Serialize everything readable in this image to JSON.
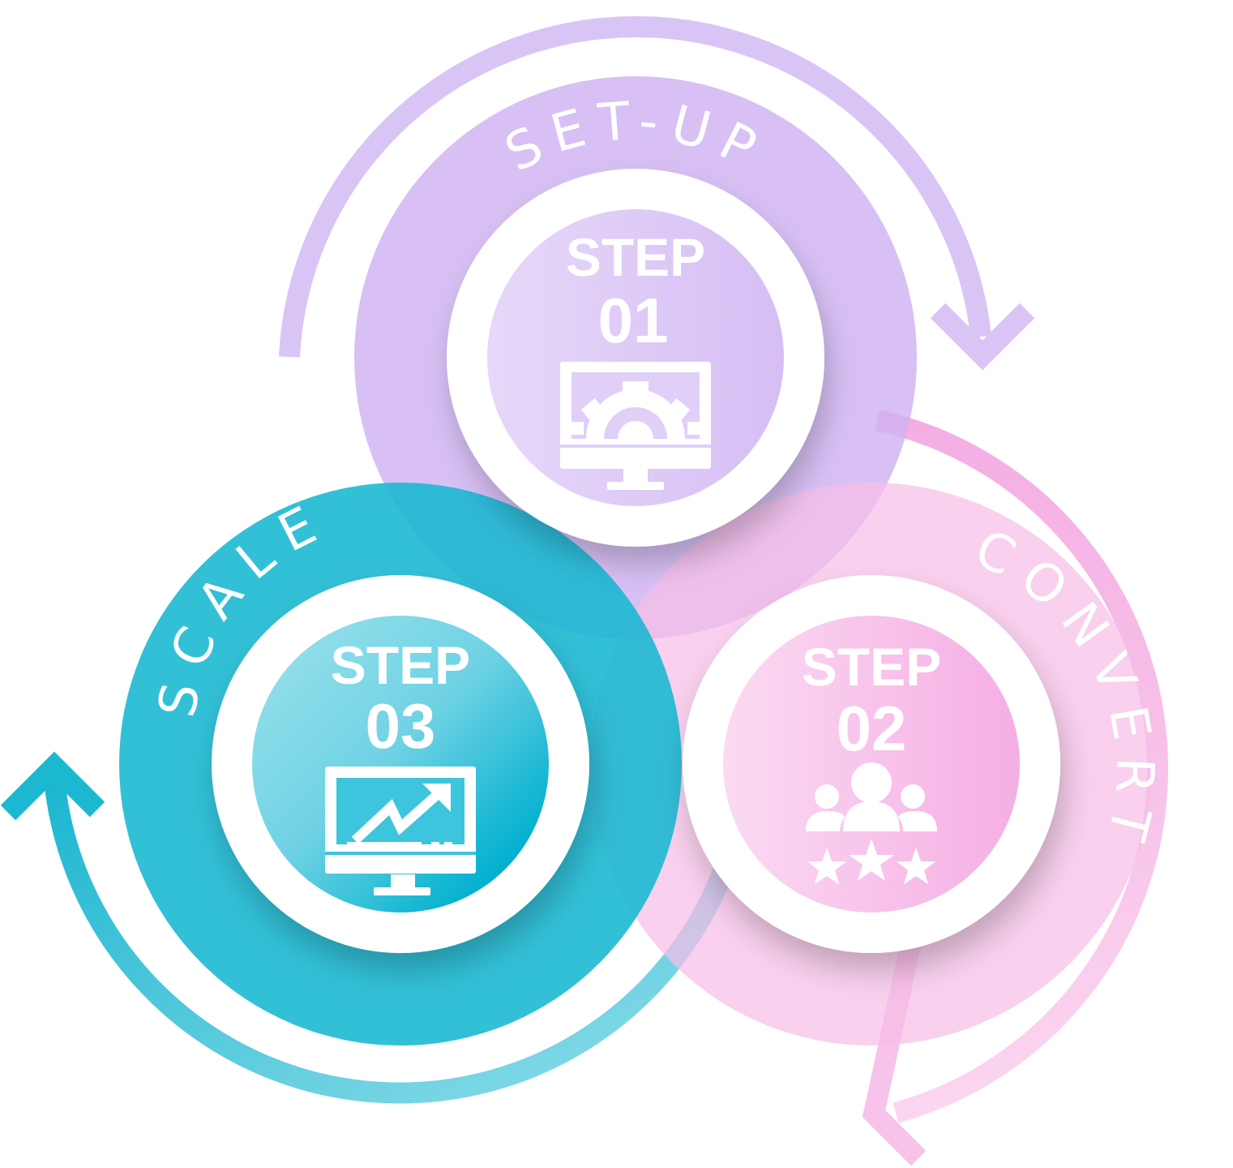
{
  "steps": [
    {
      "id": "setup",
      "stage_label": "SET-UP",
      "step_word": "STEP",
      "number": "01",
      "icon": "monitor-gear-icon",
      "color": "#d7bdf5",
      "ring_color": "#d3b9f4"
    },
    {
      "id": "convert",
      "stage_label": "CONVERT",
      "step_word": "STEP",
      "number": "02",
      "icon": "people-rating-icon",
      "color": "#f6bde7",
      "ring_color": "#f7c6ec"
    },
    {
      "id": "scale",
      "stage_label": "SCALE",
      "step_word": "STEP",
      "number": "03",
      "icon": "monitor-growth-icon",
      "color": "#17b8d3",
      "ring_color": "#1fbcd5"
    }
  ],
  "arrows": [
    {
      "name": "setup-cycle-arrow",
      "color": "#d7c2f5"
    },
    {
      "name": "convert-cycle-arrow",
      "color": "#f4b3e3"
    },
    {
      "name": "scale-cycle-arrow",
      "color": "#27bfd7"
    }
  ]
}
